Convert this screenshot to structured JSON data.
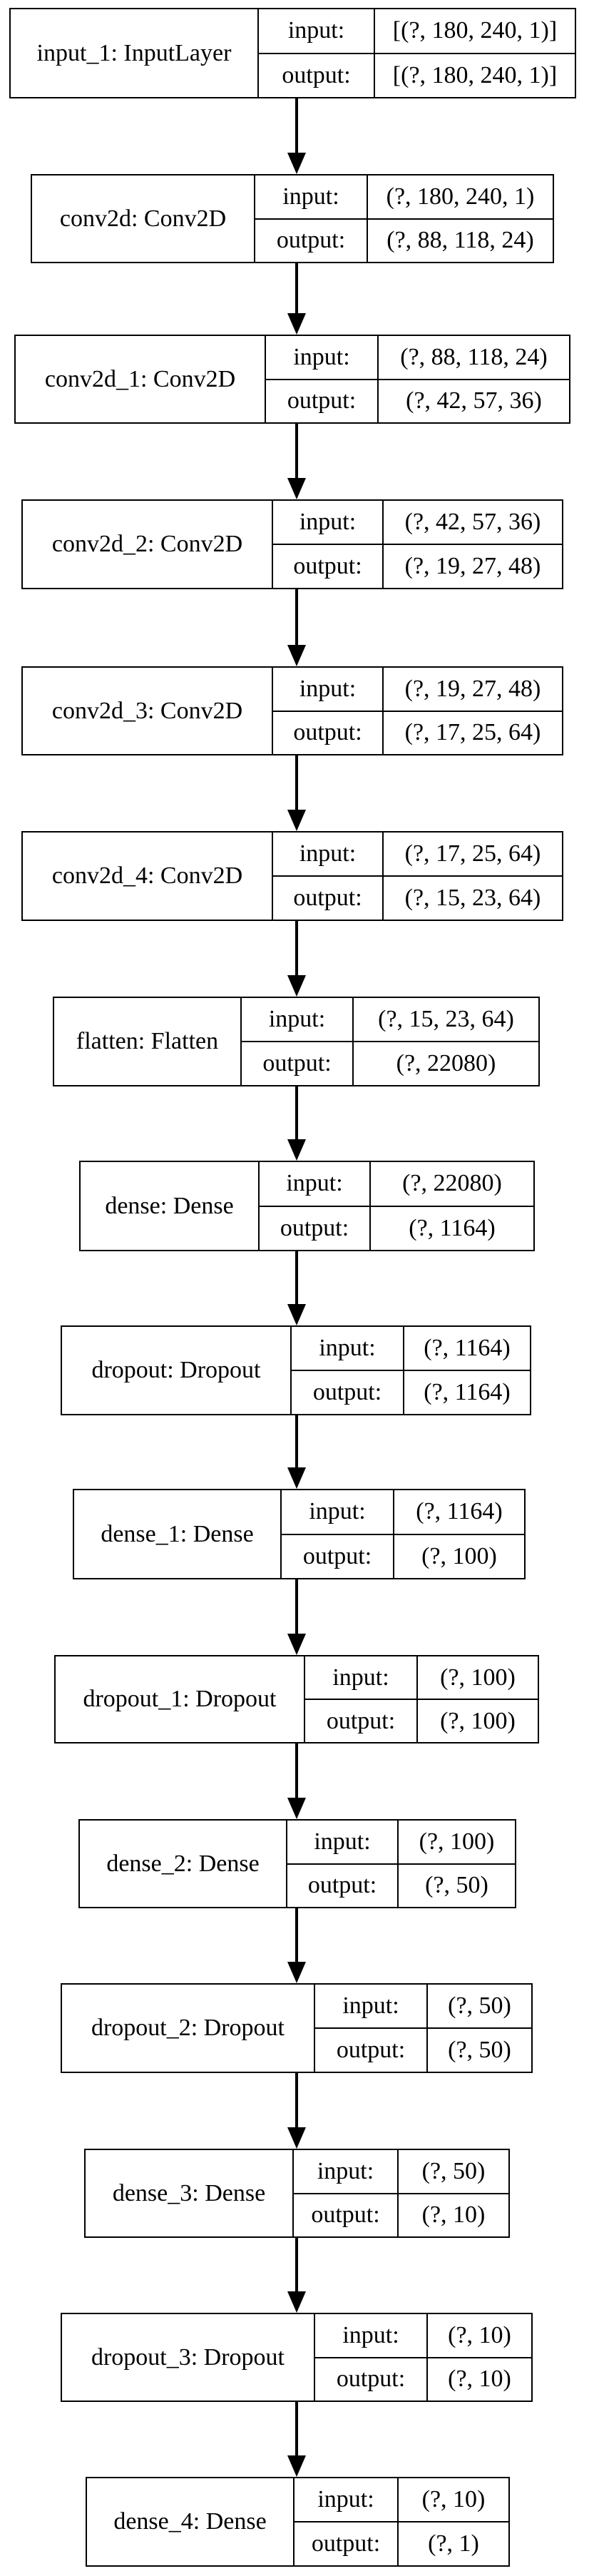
{
  "layers": [
    {
      "name": "input_1: InputLayer",
      "input_label": "input:",
      "input_value": "[(?, 180, 240, 1)]",
      "output_label": "output:",
      "output_value": "[(?, 180, 240, 1)]"
    },
    {
      "name": "conv2d: Conv2D",
      "input_label": "input:",
      "input_value": "(?, 180, 240, 1)",
      "output_label": "output:",
      "output_value": "(?, 88, 118, 24)"
    },
    {
      "name": "conv2d_1: Conv2D",
      "input_label": "input:",
      "input_value": "(?, 88, 118, 24)",
      "output_label": "output:",
      "output_value": "(?, 42, 57, 36)"
    },
    {
      "name": "conv2d_2: Conv2D",
      "input_label": "input:",
      "input_value": "(?, 42, 57, 36)",
      "output_label": "output:",
      "output_value": "(?, 19, 27, 48)"
    },
    {
      "name": "conv2d_3: Conv2D",
      "input_label": "input:",
      "input_value": "(?, 19, 27, 48)",
      "output_label": "output:",
      "output_value": "(?, 17, 25, 64)"
    },
    {
      "name": "conv2d_4: Conv2D",
      "input_label": "input:",
      "input_value": "(?, 17, 25, 64)",
      "output_label": "output:",
      "output_value": "(?, 15, 23, 64)"
    },
    {
      "name": "flatten: Flatten",
      "input_label": "input:",
      "input_value": "(?, 15, 23, 64)",
      "output_label": "output:",
      "output_value": "(?, 22080)"
    },
    {
      "name": "dense: Dense",
      "input_label": "input:",
      "input_value": "(?, 22080)",
      "output_label": "output:",
      "output_value": "(?, 1164)"
    },
    {
      "name": "dropout: Dropout",
      "input_label": "input:",
      "input_value": "(?, 1164)",
      "output_label": "output:",
      "output_value": "(?, 1164)"
    },
    {
      "name": "dense_1: Dense",
      "input_label": "input:",
      "input_value": "(?, 1164)",
      "output_label": "output:",
      "output_value": "(?, 100)"
    },
    {
      "name": "dropout_1: Dropout",
      "input_label": "input:",
      "input_value": "(?, 100)",
      "output_label": "output:",
      "output_value": "(?, 100)"
    },
    {
      "name": "dense_2: Dense",
      "input_label": "input:",
      "input_value": "(?, 100)",
      "output_label": "output:",
      "output_value": "(?, 50)"
    },
    {
      "name": "dropout_2: Dropout",
      "input_label": "input:",
      "input_value": "(?, 50)",
      "output_label": "output:",
      "output_value": "(?, 50)"
    },
    {
      "name": "dense_3: Dense",
      "input_label": "input:",
      "input_value": "(?, 50)",
      "output_label": "output:",
      "output_value": "(?, 10)"
    },
    {
      "name": "dropout_3: Dropout",
      "input_label": "input:",
      "input_value": "(?, 10)",
      "output_label": "output:",
      "output_value": "(?, 10)"
    },
    {
      "name": "dense_4: Dense",
      "input_label": "input:",
      "input_value": "(?, 10)",
      "output_label": "output:",
      "output_value": "(?, 1)"
    }
  ]
}
